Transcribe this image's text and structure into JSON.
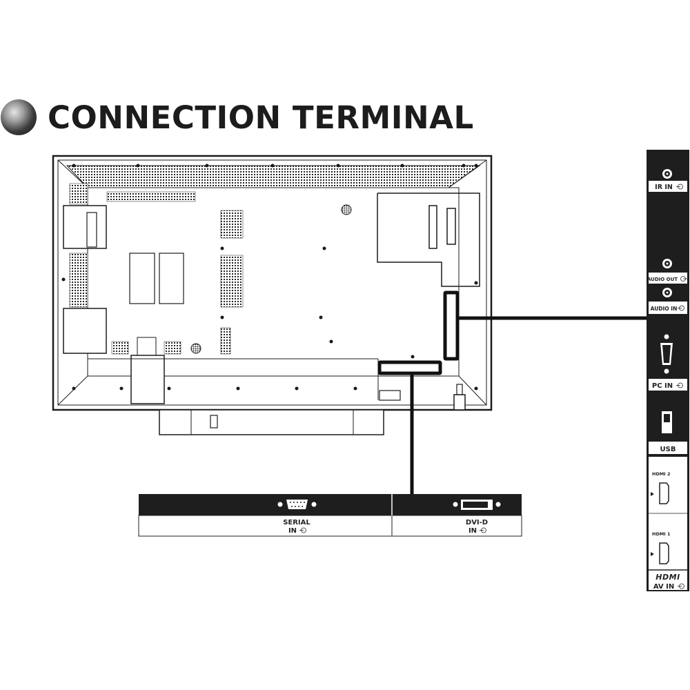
{
  "heading": {
    "title": "CONNECTION TERMINAL"
  },
  "side_panel": {
    "ports": [
      {
        "label": "IR IN",
        "icon": "input-arrow-icon"
      },
      {
        "label": "AUDIO OUT",
        "icon": "output-arrow-icon"
      },
      {
        "label": "AUDIO IN",
        "icon": "input-arrow-icon"
      },
      {
        "label": "PC IN",
        "icon": "input-arrow-icon"
      },
      {
        "label": "USB",
        "icon": "usb-port-icon"
      },
      {
        "label": "HDMI 2",
        "icon": "hdmi-port-icon"
      },
      {
        "label": "HDMI 1",
        "icon": "hdmi-port-icon"
      }
    ],
    "hdmi_logo": "HDMI",
    "av_in": "AV IN"
  },
  "bottom_panel": {
    "serial_line1": "SERIAL",
    "serial_line2": "IN",
    "dvi_line1": "DVI-D",
    "dvi_line2": "IN"
  },
  "colors": {
    "ink": "#1a1a1a",
    "panel": "#1e1e1e",
    "background": "#ffffff"
  }
}
